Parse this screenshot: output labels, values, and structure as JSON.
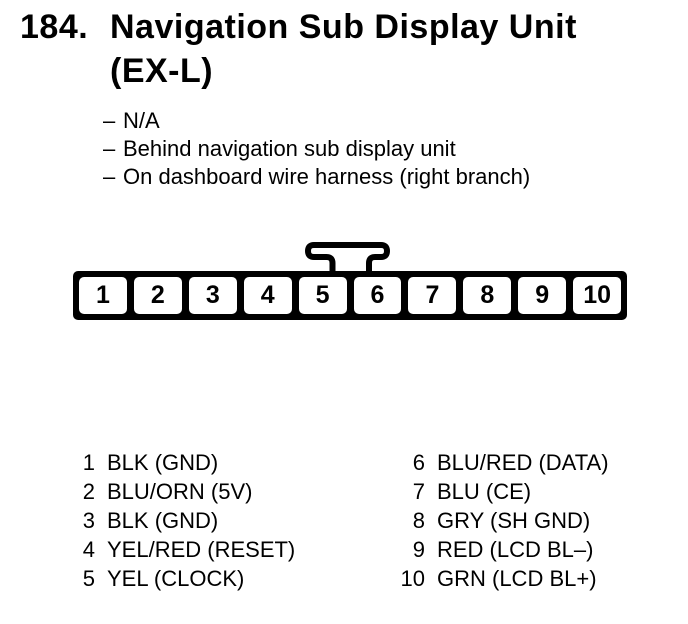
{
  "header": {
    "number": "184.",
    "title_line1": "Navigation Sub Display Unit",
    "title_line2": "(EX-L)"
  },
  "notes": {
    "dash": "–",
    "items": [
      "N/A",
      "Behind navigation sub display unit",
      "On dashboard wire harness (right branch)"
    ]
  },
  "connector": {
    "pins": [
      "1",
      "2",
      "3",
      "4",
      "5",
      "6",
      "7",
      "8",
      "9",
      "10"
    ]
  },
  "pin_table": {
    "left": [
      {
        "num": "1",
        "desc": "BLK (GND)"
      },
      {
        "num": "2",
        "desc": "BLU/ORN (5V)"
      },
      {
        "num": "3",
        "desc": "BLK (GND)"
      },
      {
        "num": "4",
        "desc": "YEL/RED (RESET)"
      },
      {
        "num": "5",
        "desc": "YEL (CLOCK)"
      }
    ],
    "right": [
      {
        "num": "6",
        "desc": "BLU/RED (DATA)"
      },
      {
        "num": "7",
        "desc": "BLU (CE)"
      },
      {
        "num": "8",
        "desc": "GRY (SH GND)"
      },
      {
        "num": "9",
        "desc": "RED (LCD BL–)"
      },
      {
        "num": "10",
        "desc": "GRN (LCD BL+)"
      }
    ]
  },
  "colors": {
    "ink": "#000000",
    "paper": "#ffffff"
  }
}
